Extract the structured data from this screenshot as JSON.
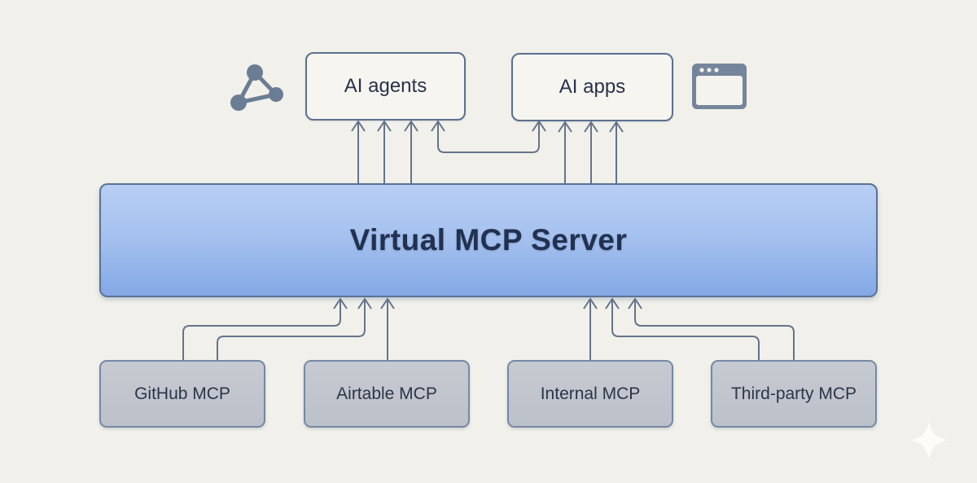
{
  "diagram": {
    "title_node": "Virtual MCP Server",
    "nodes": {
      "ai_agents": "AI agents",
      "ai_apps": "AI apps",
      "virtual_mcp_server": "Virtual MCP Server",
      "github_mcp": "GitHub MCP",
      "airtable_mcp": "Airtable MCP",
      "internal_mcp": "Internal MCP",
      "third_party_mcp": "Third-party MCP"
    },
    "icons": {
      "left_of_ai_agents": "network-graph-icon",
      "right_of_ai_apps": "browser-window-icon",
      "bottom_right_watermark": "sparkle-icon"
    },
    "edges": [
      {
        "from": "virtual_mcp_server",
        "to": "ai_agents",
        "arrows": 3,
        "style": "straight-up"
      },
      {
        "from": "virtual_mcp_server",
        "to": "ai_apps",
        "arrows": 3,
        "style": "straight-up"
      },
      {
        "from": "ai_agents",
        "to": "ai_apps",
        "arrows": 2,
        "style": "u-link-both-ends"
      },
      {
        "from": "github_mcp",
        "to": "virtual_mcp_server",
        "arrows": 2,
        "style": "elbow-right"
      },
      {
        "from": "airtable_mcp",
        "to": "virtual_mcp_server",
        "arrows": 1,
        "style": "straight-up"
      },
      {
        "from": "internal_mcp",
        "to": "virtual_mcp_server",
        "arrows": 1,
        "style": "straight-up"
      },
      {
        "from": "third_party_mcp",
        "to": "virtual_mcp_server",
        "arrows": 2,
        "style": "elbow-left"
      }
    ],
    "colors": {
      "background": "#f1f0ea",
      "server_gradient_top": "#b8cef4",
      "server_gradient_bottom": "#84a8e6",
      "server_border": "#5a7294",
      "ai_node_border": "#5b7090",
      "ai_node_fill": "#f6f5f0",
      "mcp_node_fill": "#c2c5cd",
      "mcp_node_border": "#7389a4",
      "connector": "#64748b",
      "icon": "#6b7d94",
      "text_dark": "#27314a",
      "server_text": "#233150"
    }
  }
}
